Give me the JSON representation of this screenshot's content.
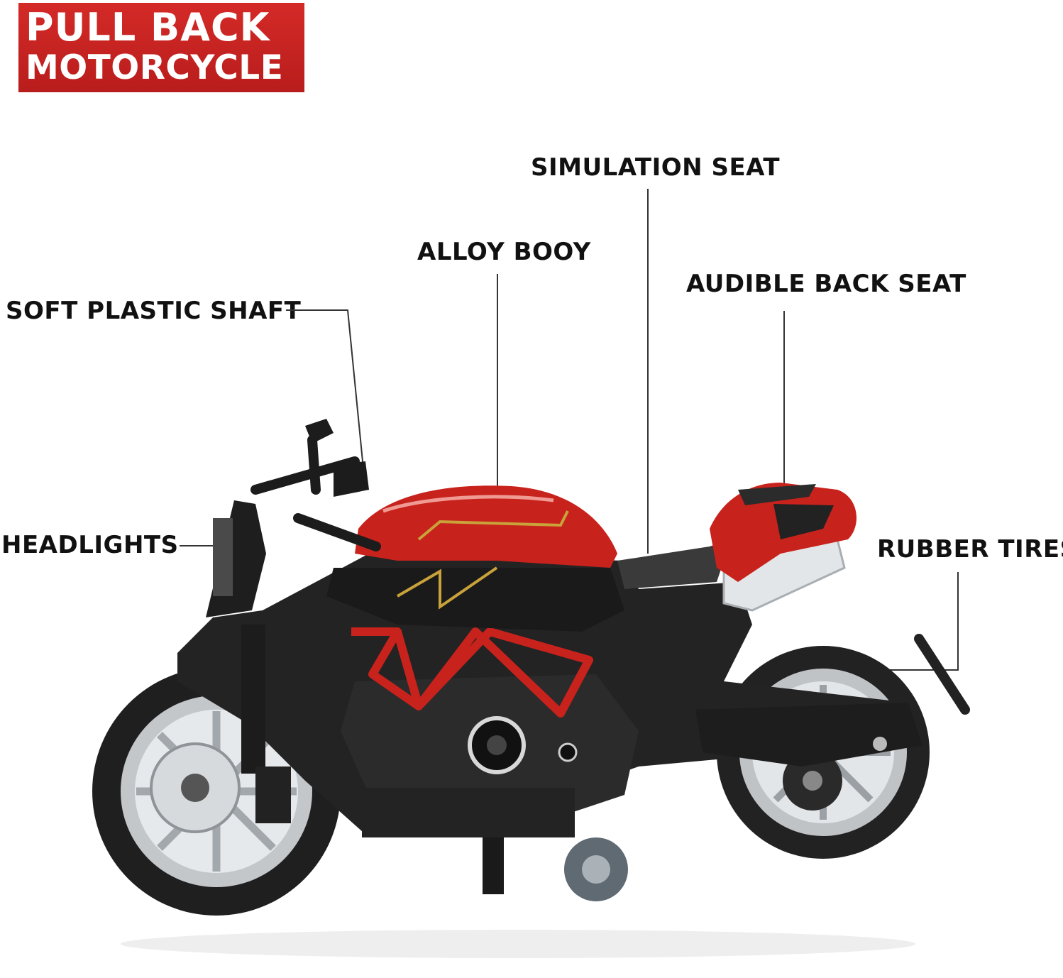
{
  "banner": {
    "line1": "PULL BACK",
    "line2": "MOTORCYCLE",
    "color": "#c62322"
  },
  "callouts": {
    "simulation_seat": "SIMULATION SEAT",
    "alloy_body": "ALLOY BOOY",
    "audible_back_seat": "AUDIBLE BACK SEAT",
    "soft_plastic_shaft": "SOFT PLASTIC SHAFT",
    "headlights": "HEADLIGHTS",
    "rubber_tires": "RUBBER TIRES"
  },
  "product": {
    "image_subject": "toy-motorcycle",
    "body_color": "#c8221c",
    "frame_color": "#1e1e1e"
  }
}
